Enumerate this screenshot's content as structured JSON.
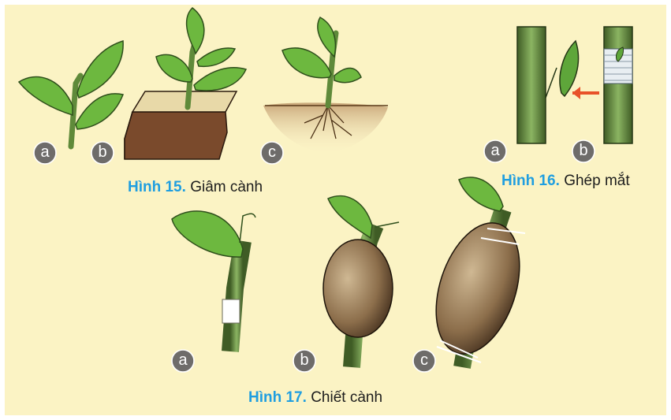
{
  "figures": [
    {
      "id": "fig15",
      "number": "Hình 15.",
      "title": "Giâm cành",
      "labels": [
        "a",
        "b",
        "c"
      ]
    },
    {
      "id": "fig16",
      "number": "Hình 16.",
      "title": "Ghép mắt",
      "labels": [
        "a",
        "b"
      ]
    },
    {
      "id": "fig17",
      "number": "Hình 17.",
      "title": "Chiết cành",
      "labels": [
        "a",
        "b",
        "c"
      ]
    }
  ],
  "colors": {
    "background": "#fbf3c4",
    "caption_number": "#1f9ee0",
    "leaf": "#6db83f",
    "stem": "#5f8a3a",
    "label_circle": "#6e6c6a",
    "arrow": "#e8522a",
    "soil": "#6b4a2a",
    "moss_wrap": "#a48a6a"
  }
}
